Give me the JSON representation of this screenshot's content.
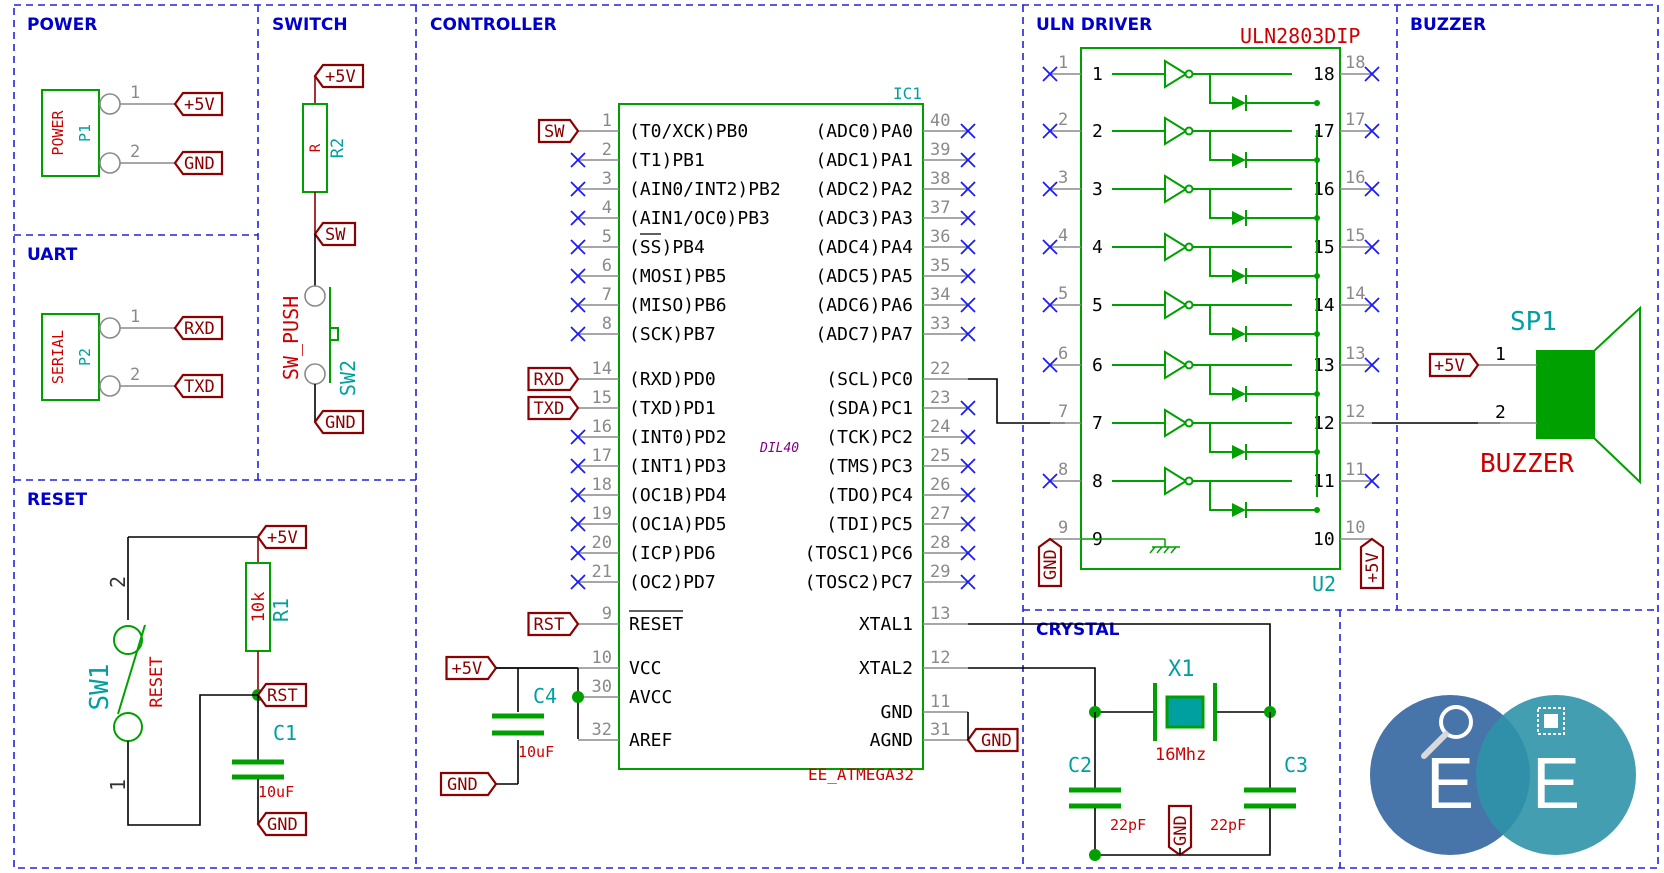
{
  "sections": {
    "power": "POWER",
    "switch": "SWITCH",
    "controller": "CONTROLLER",
    "uln_driver": "ULN DRIVER",
    "buzzer": "BUZZER",
    "uart": "UART",
    "reset": "RESET",
    "crystal": "CRYSTAL"
  },
  "power": {
    "conn_value": "POWER",
    "conn_ref": "P1",
    "pin1": "1",
    "pin2": "2",
    "net1": "+5V",
    "net2": "GND"
  },
  "uart": {
    "conn_value": "SERIAL",
    "conn_ref": "P2",
    "pin1": "1",
    "pin2": "2",
    "net1": "RXD",
    "net2": "TXD"
  },
  "switch": {
    "net_top": "+5V",
    "r_value": "R",
    "r_ref": "R2",
    "net_mid": "SW",
    "sw_value": "SW_PUSH",
    "sw_ref": "SW2",
    "net_bot": "GND"
  },
  "reset": {
    "net_top": "+5V",
    "r_value": "10k",
    "r_ref": "R1",
    "net_rst": "RST",
    "sw_ref": "SW1",
    "sw_value": "RESET",
    "pin2": "2",
    "pin1": "1",
    "c_ref": "C1",
    "c_value": "10uF",
    "net_gnd": "GND"
  },
  "controller": {
    "ic_ref": "IC1",
    "ic_value": "EE_ATMEGA32",
    "footprint": "DIL40",
    "left_pins": [
      {
        "num": "1",
        "name": "(T0/XCK)PB0",
        "net": "SW"
      },
      {
        "num": "2",
        "name": "(T1)PB1"
      },
      {
        "num": "3",
        "name": "(AIN0/INT2)PB2"
      },
      {
        "num": "4",
        "name": "(AIN1/OC0)PB3"
      },
      {
        "num": "5",
        "name": "(SS)PB4"
      },
      {
        "num": "6",
        "name": "(MOSI)PB5"
      },
      {
        "num": "7",
        "name": "(MISO)PB6"
      },
      {
        "num": "8",
        "name": "(SCK)PB7"
      },
      {
        "num": "14",
        "name": "(RXD)PD0",
        "net": "RXD"
      },
      {
        "num": "15",
        "name": "(TXD)PD1",
        "net": "TXD"
      },
      {
        "num": "16",
        "name": "(INT0)PD2"
      },
      {
        "num": "17",
        "name": "(INT1)PD3"
      },
      {
        "num": "18",
        "name": "(OC1B)PD4"
      },
      {
        "num": "19",
        "name": "(OC1A)PD5"
      },
      {
        "num": "20",
        "name": "(ICP)PD6"
      },
      {
        "num": "21",
        "name": "(OC2)PD7"
      },
      {
        "num": "9",
        "name": "RESET",
        "net": "RST"
      },
      {
        "num": "10",
        "name": "VCC",
        "net": "+5V"
      },
      {
        "num": "30",
        "name": "AVCC"
      },
      {
        "num": "32",
        "name": "AREF"
      }
    ],
    "right_pins": [
      {
        "num": "40",
        "name": "(ADC0)PA0"
      },
      {
        "num": "39",
        "name": "(ADC1)PA1"
      },
      {
        "num": "38",
        "name": "(ADC2)PA2"
      },
      {
        "num": "37",
        "name": "(ADC3)PA3"
      },
      {
        "num": "36",
        "name": "(ADC4)PA4"
      },
      {
        "num": "35",
        "name": "(ADC5)PA5"
      },
      {
        "num": "34",
        "name": "(ADC6)PA6"
      },
      {
        "num": "33",
        "name": "(ADC7)PA7"
      },
      {
        "num": "22",
        "name": "(SCL)PC0"
      },
      {
        "num": "23",
        "name": "(SDA)PC1"
      },
      {
        "num": "24",
        "name": "(TCK)PC2"
      },
      {
        "num": "25",
        "name": "(TMS)PC3"
      },
      {
        "num": "26",
        "name": "(TDO)PC4"
      },
      {
        "num": "27",
        "name": "(TDI)PC5"
      },
      {
        "num": "28",
        "name": "(TOSC1)PC6"
      },
      {
        "num": "29",
        "name": "(TOSC2)PC7"
      },
      {
        "num": "13",
        "name": "XTAL1"
      },
      {
        "num": "12",
        "name": "XTAL2"
      },
      {
        "num": "11",
        "name": "GND"
      },
      {
        "num": "31",
        "name": "AGND",
        "net": "GND"
      }
    ],
    "cap_ref": "C4",
    "cap_value": "10uF",
    "net_gnd": "GND"
  },
  "uln": {
    "ic_value": "ULN2803DIP",
    "ic_ref": "U2",
    "inputs": [
      "1",
      "2",
      "3",
      "4",
      "5",
      "6",
      "7",
      "8"
    ],
    "outputs": [
      "18",
      "17",
      "16",
      "15",
      "14",
      "13",
      "12",
      "11"
    ],
    "pin9": "9",
    "pin10": "10",
    "net_gnd": "GND",
    "net_vcc": "+5V"
  },
  "buzzer": {
    "ref": "SP1",
    "value": "BUZZER",
    "pin1": "1",
    "pin2": "2",
    "net": "+5V"
  },
  "crystal": {
    "x_ref": "X1",
    "x_value": "16Mhz",
    "c2_ref": "C2",
    "c2_value": "22pF",
    "c3_ref": "C3",
    "c3_value": "22pF",
    "net_gnd": "GND"
  },
  "logo": {
    "letter_left": "E",
    "letter_right": "E"
  },
  "colors": {
    "wire": "#000000",
    "body": "#00a000",
    "pin": "#8b0000",
    "label": "#8b0000",
    "ref": "#00a0a0",
    "value": "#cc0000",
    "section": "#0000cc",
    "noconnect": "#1a1aff",
    "logo_left": "#3e6ea4",
    "logo_right": "#2f93a8"
  }
}
